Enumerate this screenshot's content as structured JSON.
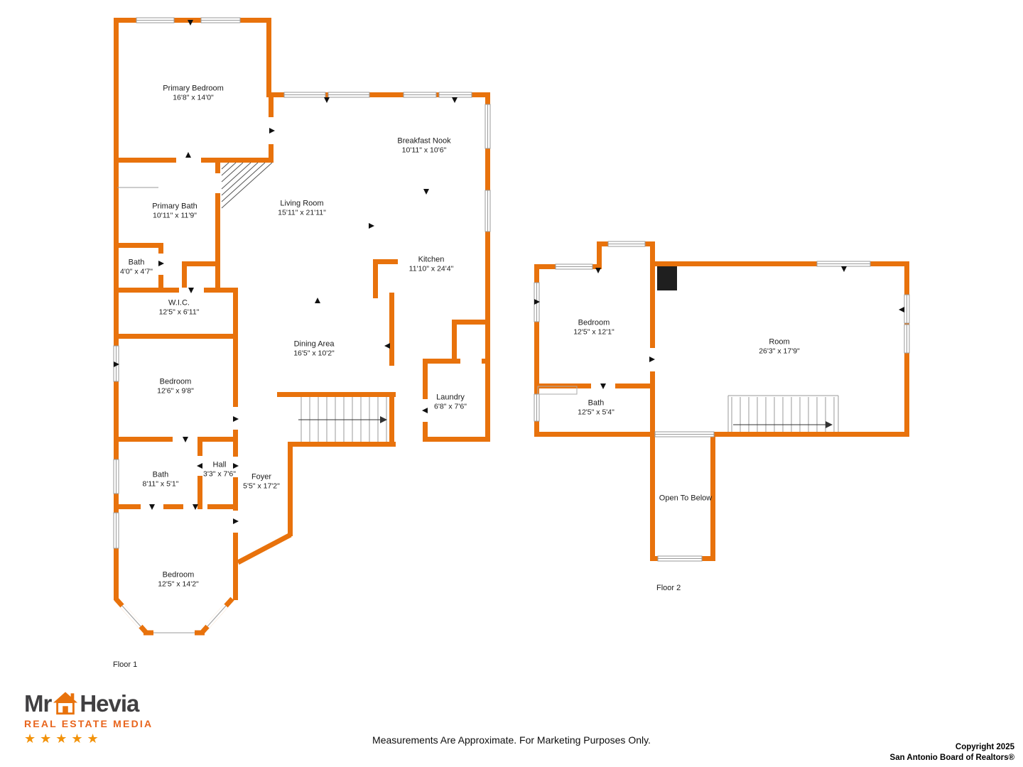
{
  "colors": {
    "wall": "#E8720C",
    "accent": "#E8641C",
    "stars": "#F2920A",
    "logo_dark": "#414042"
  },
  "floor1": {
    "label": "Floor 1",
    "rooms": [
      {
        "name": "Primary Bedroom",
        "dims": "16'8\" x 14'0\""
      },
      {
        "name": "Breakfast Nook",
        "dims": "10'11\" x 10'6\""
      },
      {
        "name": "Living Room",
        "dims": "15'11\" x 21'11\""
      },
      {
        "name": "Primary Bath",
        "dims": "10'11\" x 11'9\""
      },
      {
        "name": "Bath",
        "dims": "4'0\" x 4'7\""
      },
      {
        "name": "W.I.C.",
        "dims": "12'5\" x 6'11\""
      },
      {
        "name": "Kitchen",
        "dims": "11'10\" x 24'4\""
      },
      {
        "name": "Dining Area",
        "dims": "16'5\" x 10'2\""
      },
      {
        "name": "Bedroom",
        "dims": "12'6\" x 9'8\""
      },
      {
        "name": "Laundry",
        "dims": "6'8\" x 7'6\""
      },
      {
        "name": "Bath",
        "dims": "8'11\" x 5'1\""
      },
      {
        "name": "Hall",
        "dims": "3'3\" x 7'6\""
      },
      {
        "name": "Foyer",
        "dims": "5'5\" x 17'2\""
      },
      {
        "name": "Bedroom",
        "dims": "12'5\" x 14'2\""
      }
    ]
  },
  "floor2": {
    "label": "Floor 2",
    "rooms": [
      {
        "name": "Bedroom",
        "dims": "12'5\" x 12'1\""
      },
      {
        "name": "Room",
        "dims": "26'3\" x 17'9\""
      },
      {
        "name": "Bath",
        "dims": "12'5\" x 5'4\""
      },
      {
        "name": "Open To Below",
        "dims": ""
      }
    ]
  },
  "logo": {
    "brand_mr": "Mr",
    "brand_hevia": "Hevia",
    "tagline": "REAL ESTATE MEDIA",
    "stars": "★★★★★"
  },
  "footer": {
    "disclaimer": "Measurements Are Approximate. For Marketing Purposes Only.",
    "copyright": "Copyright 2025",
    "attribution": "San Antonio Board of Realtors®"
  }
}
